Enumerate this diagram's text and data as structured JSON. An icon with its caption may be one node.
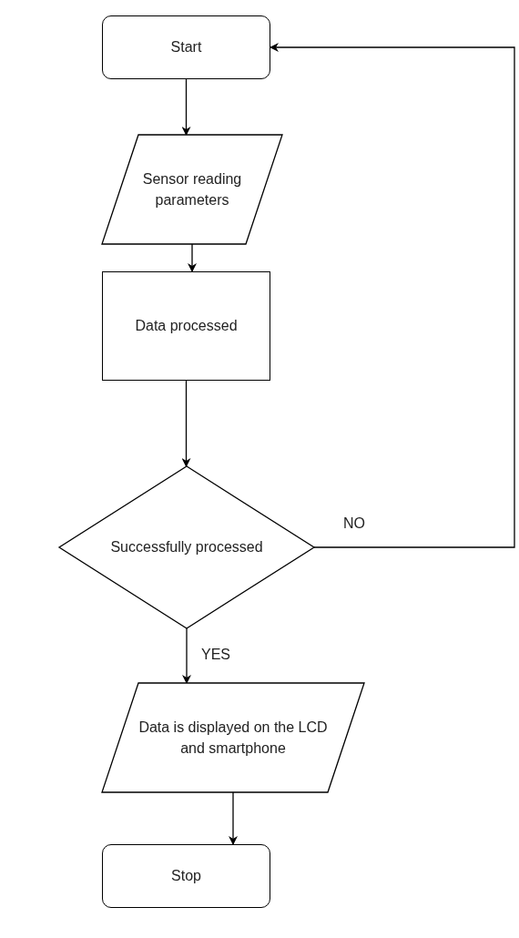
{
  "diagram": {
    "nodes": [
      {
        "text": [
          "Start"
        ]
      },
      {
        "text": [
          "Sensor reading parameters"
        ]
      },
      {
        "text": [
          "Data processed"
        ]
      },
      {
        "text": [
          "Successfully processed"
        ]
      },
      {
        "text": [
          "Data is displayed on the LCD and smartphone"
        ]
      },
      {
        "text": [
          "Stop"
        ]
      }
    ],
    "edges": [
      {
        "from": 0,
        "to": 1,
        "arrow": "to"
      },
      {
        "from": 1,
        "to": 2,
        "arrow": "to"
      },
      {
        "from": 2,
        "to": 3,
        "arrow": "to"
      },
      {
        "from": 3,
        "to": 4,
        "arrow": "to",
        "label": "YES"
      },
      {
        "from": 3,
        "to": 0,
        "arrow": "to",
        "label": "NO"
      },
      {
        "from": 4,
        "to": 5,
        "arrow": "to"
      }
    ]
  }
}
